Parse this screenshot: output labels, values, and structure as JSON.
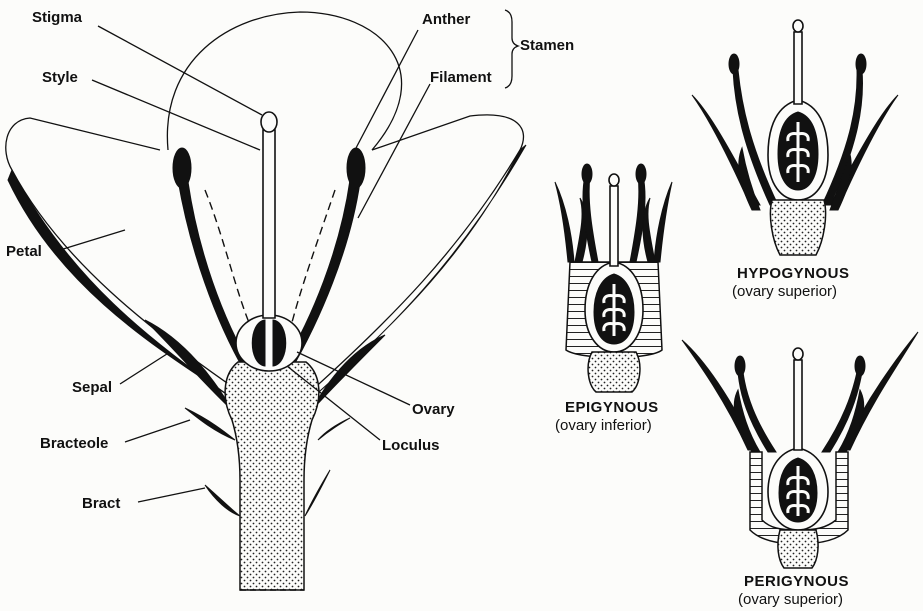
{
  "labels": {
    "stigma": "Stigma",
    "style": "Style",
    "anther": "Anther",
    "filament": "Filament",
    "stamen": "Stamen",
    "petal": "Petal",
    "sepal": "Sepal",
    "bracteole": "Bracteole",
    "bract": "Bract",
    "ovary": "Ovary",
    "loculus": "Loculus"
  },
  "types": {
    "epigynous": {
      "title": "EPIGYNOUS",
      "subtitle": "(ovary inferior)"
    },
    "hypogynous": {
      "title": "HYPOGYNOUS",
      "subtitle": "(ovary superior)"
    },
    "perigynous": {
      "title": "PERIGYNOUS",
      "subtitle": "(ovary superior)"
    }
  }
}
